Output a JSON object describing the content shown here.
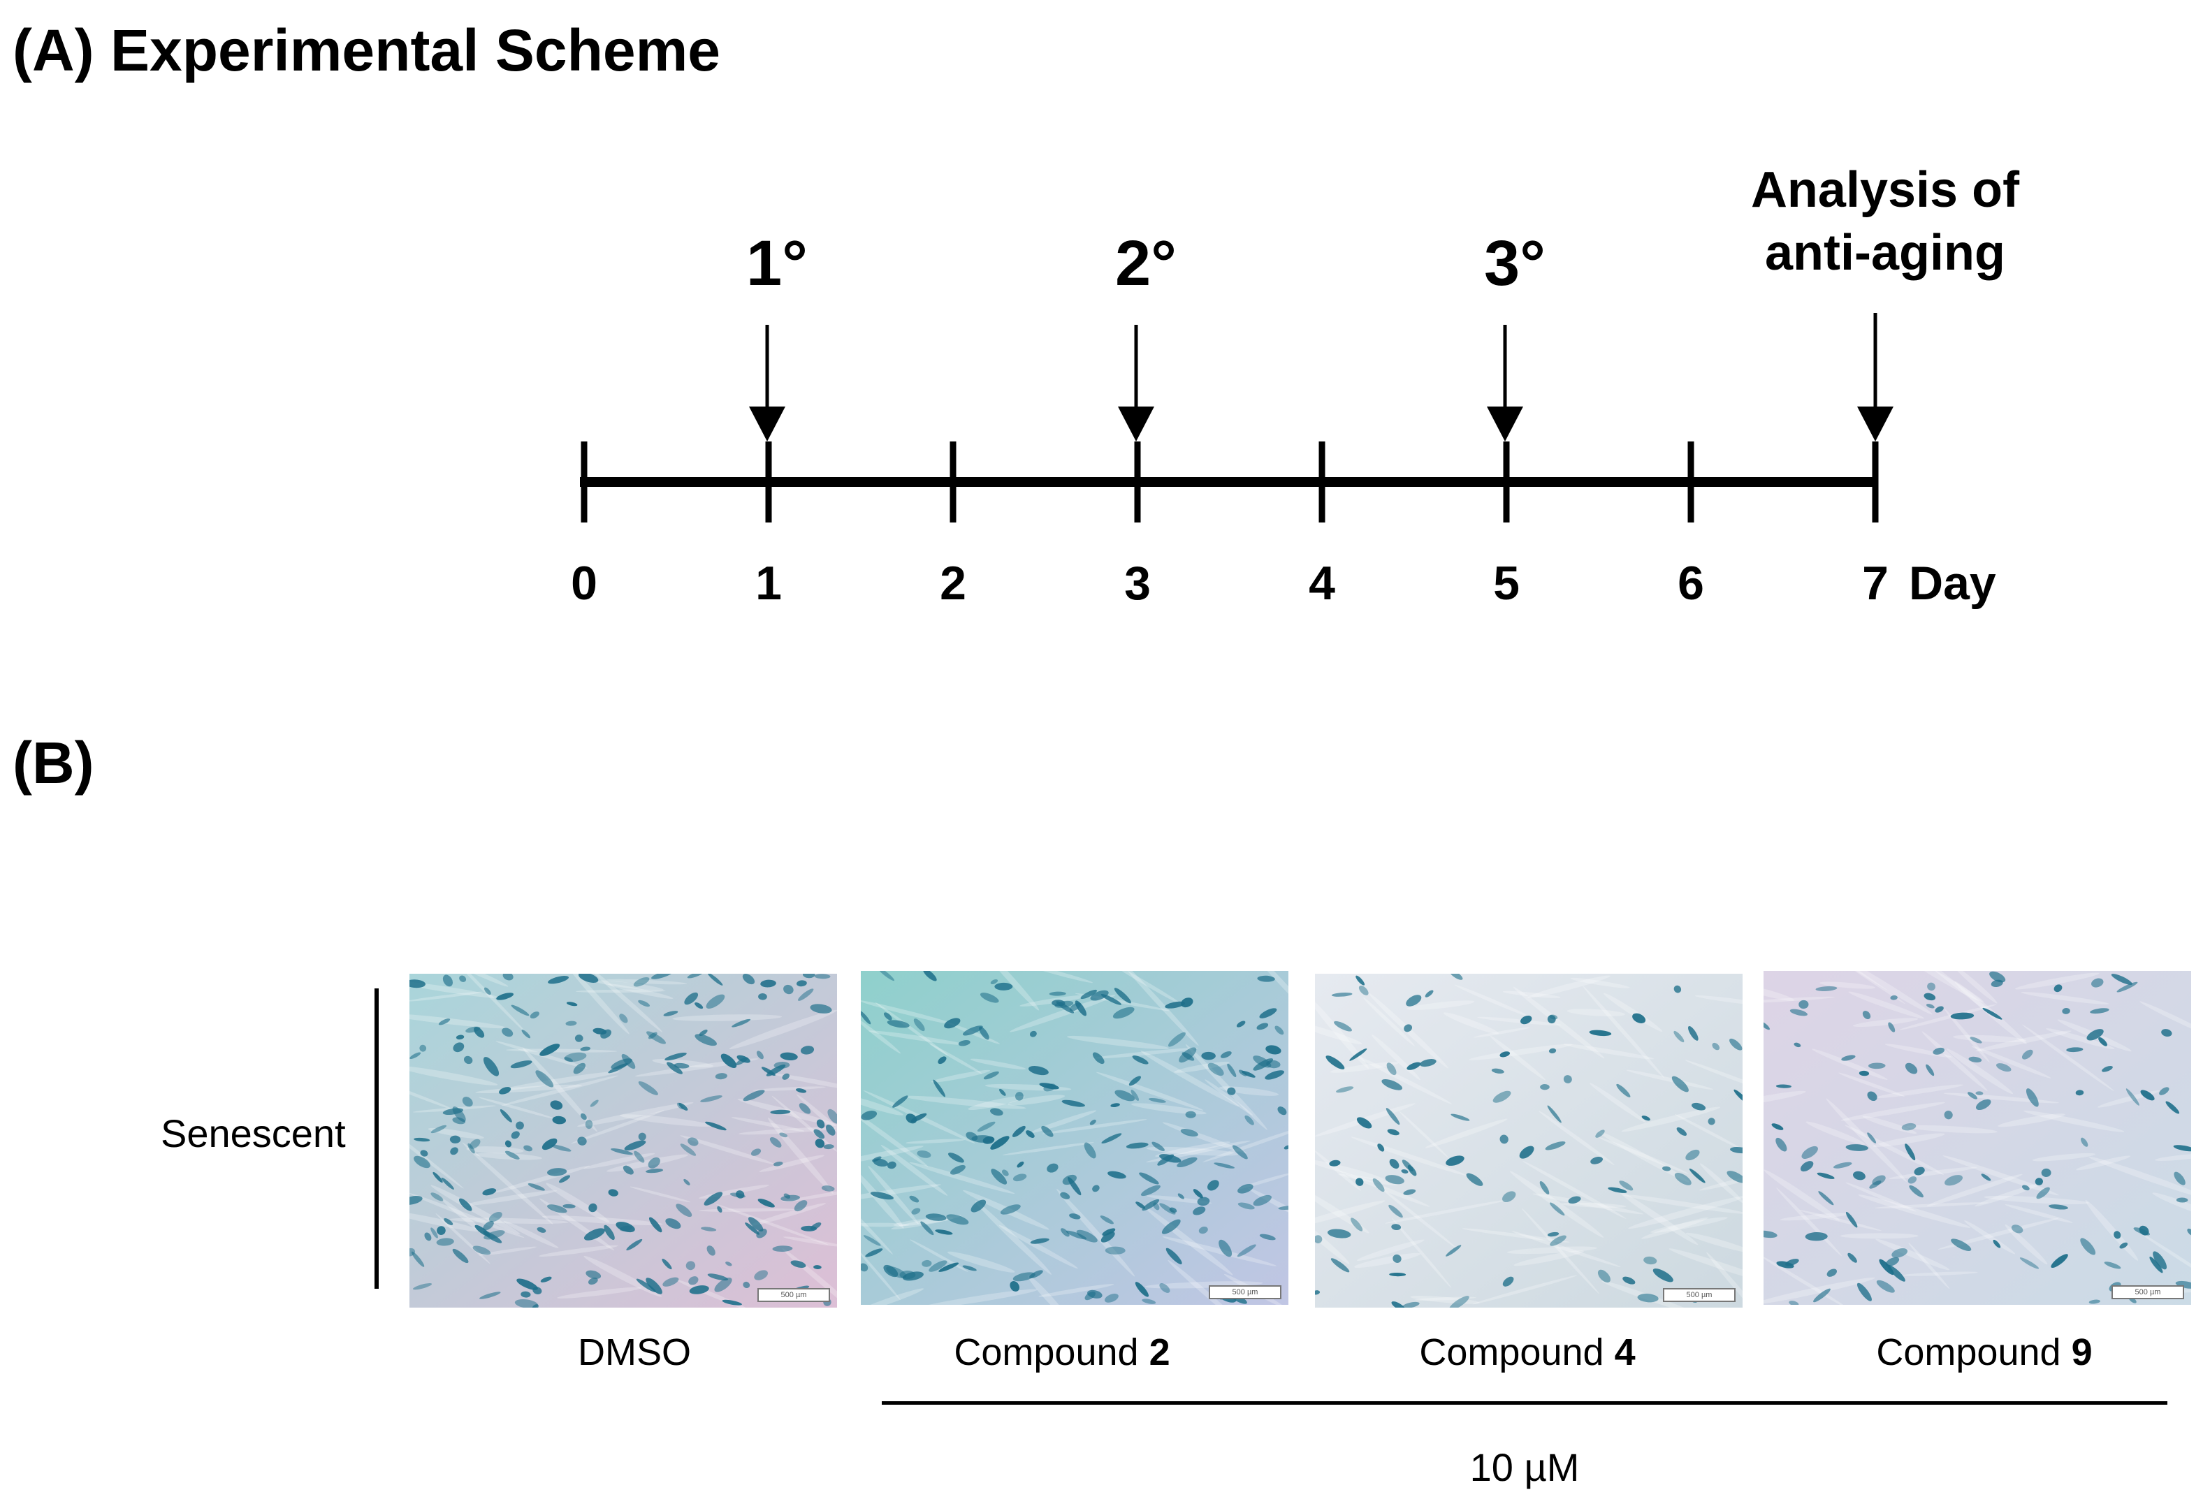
{
  "panel_a": {
    "title": "(A) Experimental Scheme",
    "days": [
      "0",
      "1",
      "2",
      "3",
      "4",
      "5",
      "6",
      "7"
    ],
    "day_unit": "Day",
    "treatments": [
      {
        "day": 1,
        "label": "1°"
      },
      {
        "day": 3,
        "label": "2°"
      },
      {
        "day": 5,
        "label": "3°"
      }
    ],
    "analysis": {
      "day": 7,
      "line1": "Analysis of",
      "line2": "anti-aging"
    }
  },
  "panel_b": {
    "title": "(B)",
    "row_label": "Senescent",
    "scale_label": "500 µm",
    "images": [
      {
        "prefix": "DMSO",
        "number": "",
        "bg_from": "#a9d5da",
        "bg_to": "#ddbfd6"
      },
      {
        "prefix": "Compound ",
        "number": "2",
        "bg_from": "#8fd0cc",
        "bg_to": "#c1c6e4"
      },
      {
        "prefix": "Compound ",
        "number": "4",
        "bg_from": "#e6eaf0",
        "bg_to": "#cdd9e0"
      },
      {
        "prefix": "Compound ",
        "number": "9",
        "bg_from": "#ddd4e6",
        "bg_to": "#cbdbe6"
      }
    ],
    "dose": "10 µM",
    "cell_color": "#1e6f8a"
  }
}
